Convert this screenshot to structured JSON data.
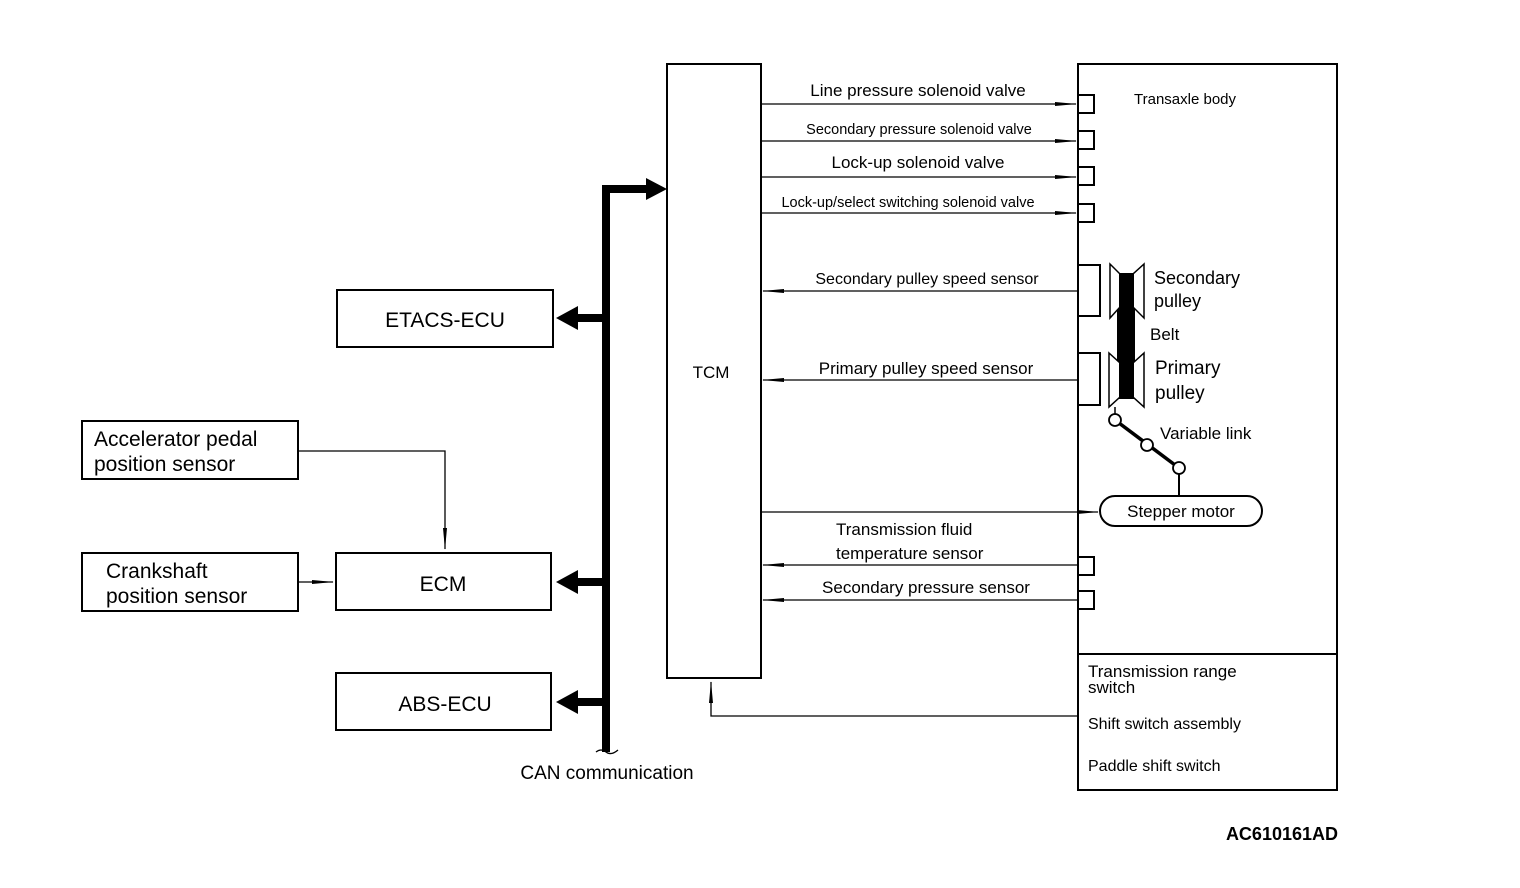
{
  "diagram": {
    "code": "AC610161AD",
    "can_label": "CAN communication",
    "tcm": {
      "label": "TCM"
    },
    "ecus": {
      "etacs": "ETACS-ECU",
      "ecm": "ECM",
      "abs": "ABS-ECU"
    },
    "sensors_left": {
      "accelerator": [
        "Accelerator pedal",
        "position sensor"
      ],
      "crankshaft": [
        "Crankshaft",
        "position sensor"
      ]
    },
    "outputs": [
      "Line pressure solenoid valve",
      "Secondary pressure solenoid valve",
      "Lock-up solenoid valve",
      "Lock-up/select switching solenoid valve"
    ],
    "inputs": {
      "secondary_pulley_speed": "Secondary pulley speed sensor",
      "primary_pulley_speed": "Primary pulley speed sensor",
      "fluid_temp": [
        "Transmission fluid",
        "temperature sensor"
      ],
      "secondary_pressure": "Secondary pressure sensor"
    },
    "transaxle": {
      "title": "Transaxle body",
      "secondary_pulley": [
        "Secondary",
        "pulley"
      ],
      "belt": "Belt",
      "primary_pulley": [
        "Primary",
        "pulley"
      ],
      "variable_link": "Variable link",
      "stepper_motor": "Stepper motor"
    },
    "switches": {
      "range_switch": [
        "Transmission range",
        "switch"
      ],
      "shift_switch": "Shift switch assembly",
      "paddle_switch": "Paddle shift switch"
    }
  }
}
